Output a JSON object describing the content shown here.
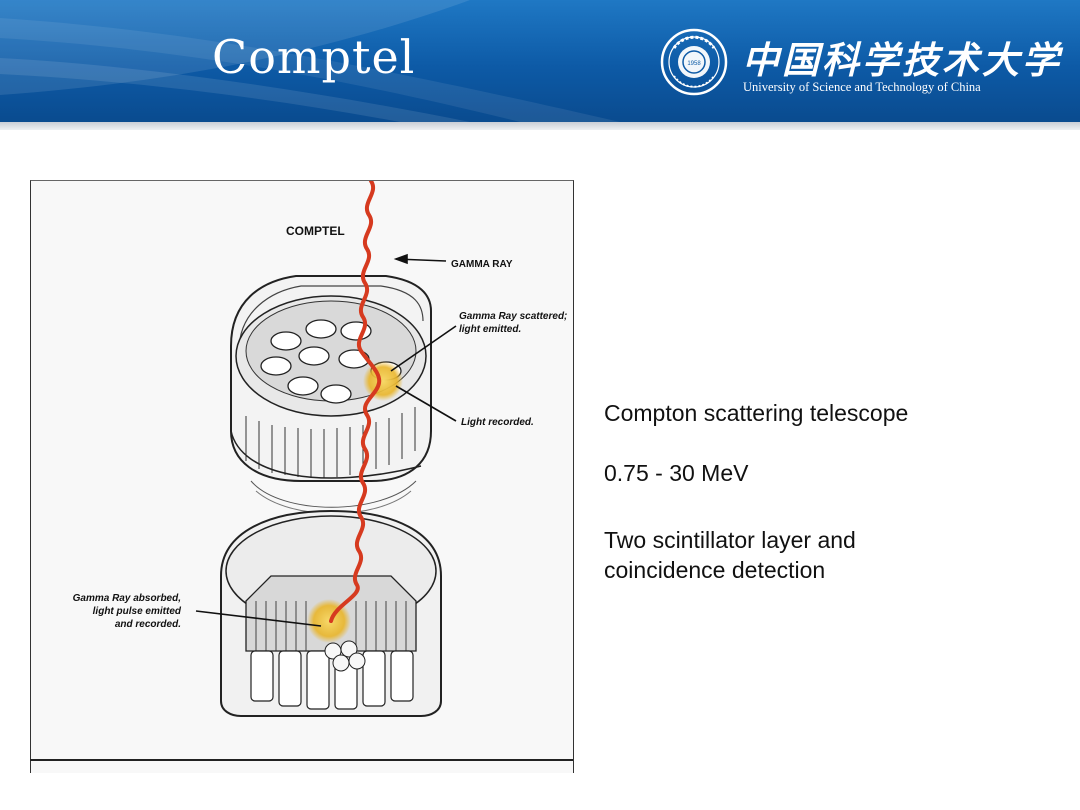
{
  "header": {
    "title": "Comptel",
    "university_cn": "中国科学技术大学",
    "university_en": "University of Science and Technology of China",
    "logo_year": "1958",
    "colors": {
      "header_blue": "#0d5aa6",
      "rule_gray": "#c9ced6"
    }
  },
  "figure": {
    "label": "COMPTEL",
    "callout_gamma_ray": "GAMMA RAY",
    "callout_scatter_1": "Gamma Ray scattered;",
    "callout_scatter_2": "light emitted.",
    "callout_recorded": "Light recorded.",
    "callout_absorbed_1": "Gamma Ray absorbed,",
    "callout_absorbed_2": "light pulse emitted",
    "callout_absorbed_3": "and recorded.",
    "colors": {
      "ray": "#d63a1f",
      "glow": "#f2c230"
    }
  },
  "content": {
    "line1": "Compton scattering telescope",
    "line2": "0.75 - 30 MeV",
    "line3a": "Two scintillator layer and",
    "line3b": "coincidence detection"
  }
}
